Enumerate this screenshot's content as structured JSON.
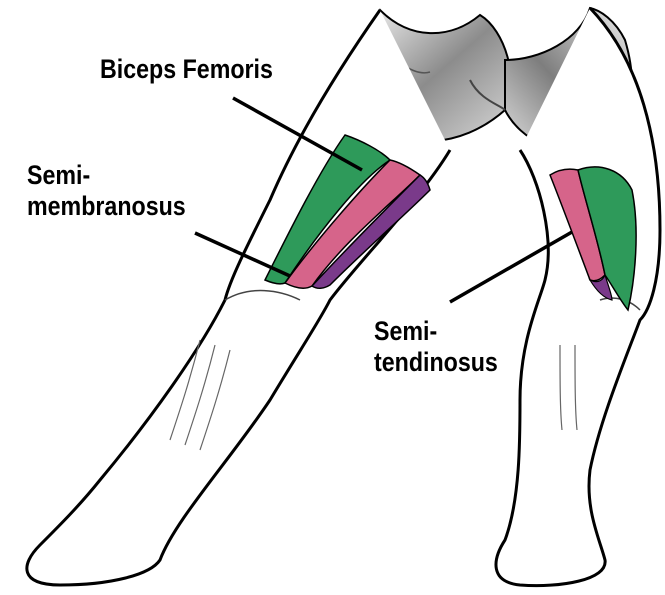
{
  "labels": {
    "biceps_femoris": "Biceps Femoris",
    "semimembranosus_line1": "Semi-",
    "semimembranosus_line2": "membranosus",
    "semitendinosus_line1": "Semi-",
    "semitendinosus_line2": "tendinosus"
  },
  "colors": {
    "biceps_femoris": "#2e9a5a",
    "semimembranosus": "#7a3a8a",
    "semitendinosus": "#d6648a",
    "gluteal": "#9a9a9a",
    "outline": "#000000"
  }
}
